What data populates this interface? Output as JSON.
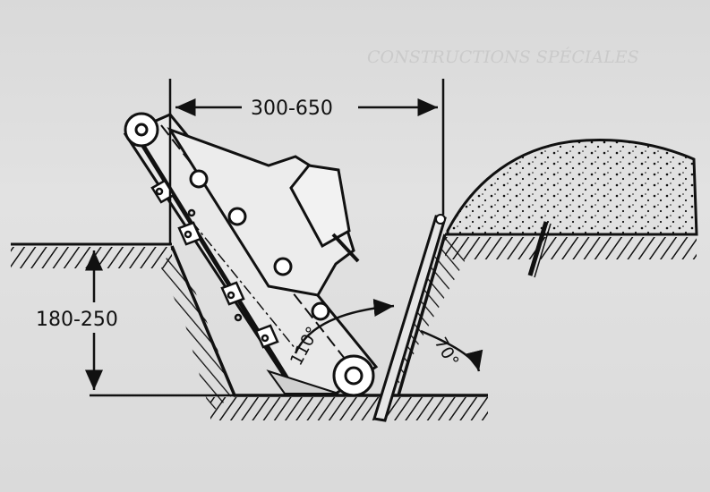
{
  "diagram": {
    "labels": {
      "width_range": "300-650",
      "depth_range": "180-250",
      "angle_machine": "110°",
      "angle_trench_wall": "70°"
    },
    "ghost_caption": "CONSTRUCTIONS SPÉCIALES"
  },
  "colors": {
    "ink": "#111111",
    "paper": "#dcdcdc",
    "bleed_through": "#bdbdbd"
  }
}
